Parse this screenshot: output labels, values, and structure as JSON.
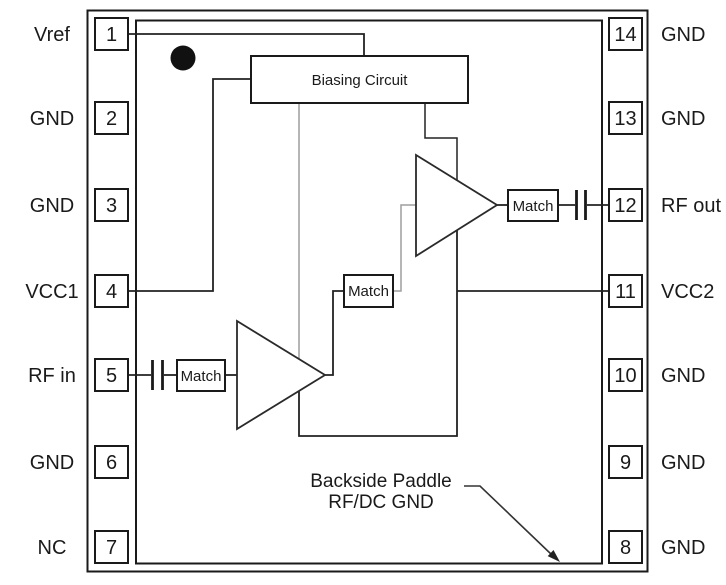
{
  "diagram_type": "ic-functional-block-pinout",
  "pins": {
    "left": [
      {
        "number": "1",
        "label": "Vref"
      },
      {
        "number": "2",
        "label": "GND"
      },
      {
        "number": "3",
        "label": "GND"
      },
      {
        "number": "4",
        "label": "VCC1"
      },
      {
        "number": "5",
        "label": "RF in"
      },
      {
        "number": "6",
        "label": "GND"
      },
      {
        "number": "7",
        "label": "NC"
      }
    ],
    "right": [
      {
        "number": "14",
        "label": "GND"
      },
      {
        "number": "13",
        "label": "GND"
      },
      {
        "number": "12",
        "label": "RF out"
      },
      {
        "number": "11",
        "label": "VCC2"
      },
      {
        "number": "10",
        "label": "GND"
      },
      {
        "number": "9",
        "label": "GND"
      },
      {
        "number": "8",
        "label": "GND"
      }
    ]
  },
  "blocks": {
    "biasing_label": "Biasing Circuit",
    "match_label": "Match"
  },
  "annotation": {
    "line1": "Backside Paddle",
    "line2": "RF/DC GND"
  },
  "colors": {
    "line": "#1a1a1a",
    "background": "#ffffff",
    "bias_line": "#9e9e9e"
  }
}
